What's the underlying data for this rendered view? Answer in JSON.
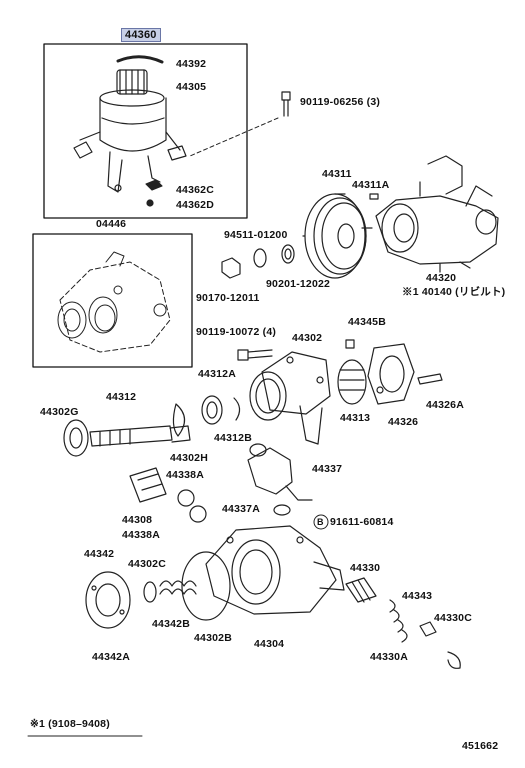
{
  "diagram": {
    "highlighted_part": "44360",
    "part_numbers": {
      "p44360": "44360",
      "p44392": "44392",
      "p44305": "44305",
      "p44362C": "44362C",
      "p44362D": "44362D",
      "p90119_06256": "90119-06256 (3)",
      "p04446": "04446",
      "p44311": "44311",
      "p44311A": "44311A",
      "p94511_01200": "94511-01200",
      "p90201_12022": "90201-12022",
      "p90170_12011": "90170-12011",
      "p44320": "44320",
      "p40140": "※1 40140 (リビルト)",
      "p90119_10072": "90119-10072 (4)",
      "p44302": "44302",
      "p44345B": "44345B",
      "p44312A": "44312A",
      "p44302G": "44302G",
      "p44312": "44312",
      "p44312B": "44312B",
      "p44313": "44313",
      "p44326": "44326",
      "p44326A": "44326A",
      "p44302H": "44302H",
      "p44337": "44337",
      "p44338A_top": "44338A",
      "p44337A": "44337A",
      "p91611_60814": "91611-60814",
      "p44308": "44308",
      "p44338A_bottom": "44338A",
      "p44342": "44342",
      "p44302C": "44302C",
      "p44330": "44330",
      "p44342B": "44342B",
      "p44302B": "44302B",
      "p44304": "44304",
      "p44343": "44343",
      "p44330C": "44330C",
      "p44342A": "44342A",
      "p44330A": "44330A",
      "bolt_marker": "B"
    },
    "footnote": "※1  (9108–9408)",
    "diagram_id": "451662"
  }
}
